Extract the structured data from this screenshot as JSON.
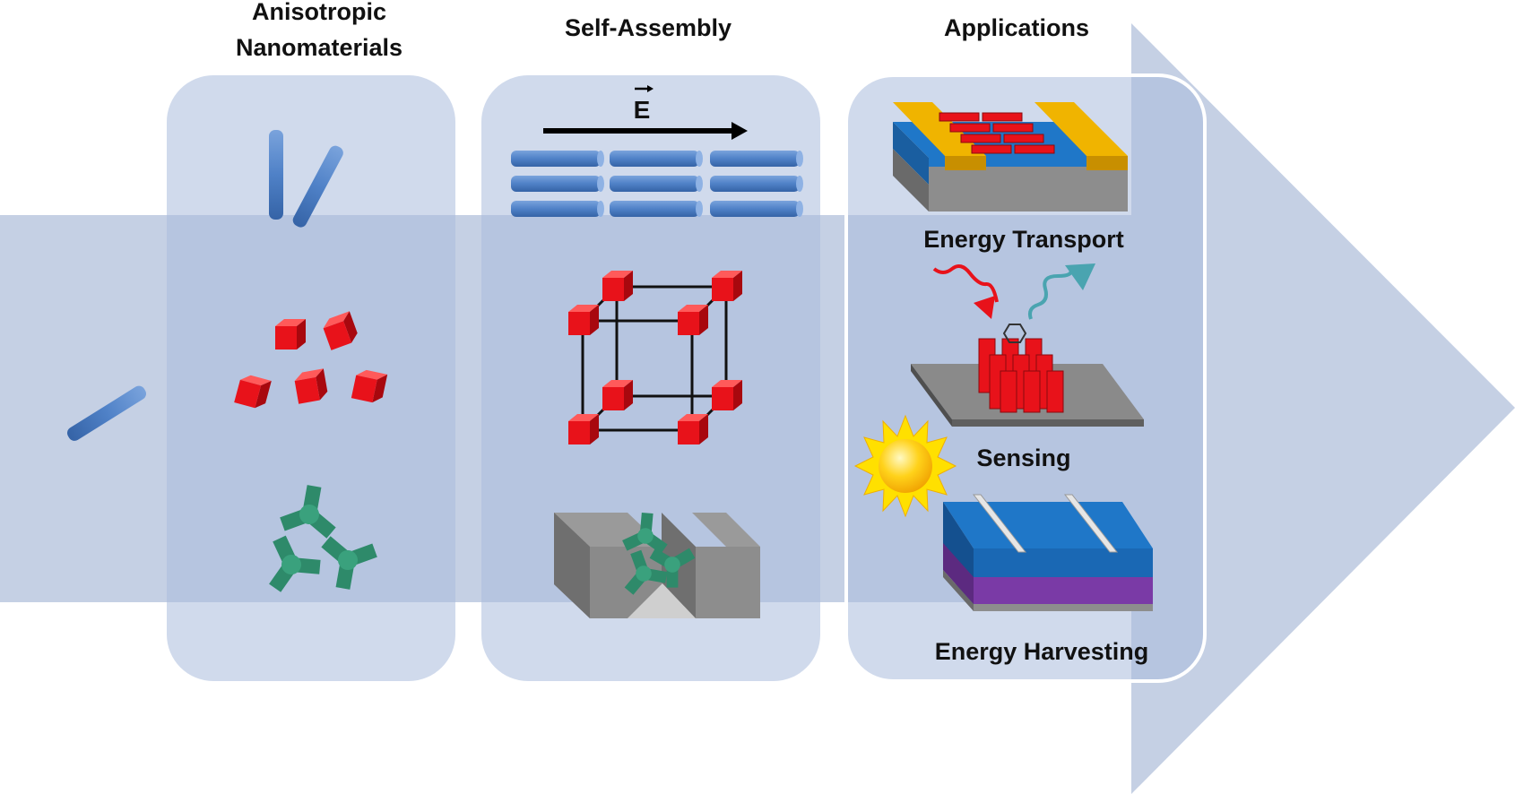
{
  "columns": [
    {
      "title_lines": [
        "Anisotropic",
        "Nanomaterials"
      ]
    },
    {
      "title_lines": [
        "Self-Assembly"
      ]
    },
    {
      "title_lines": [
        "Applications"
      ]
    }
  ],
  "field_label": "E",
  "applications": [
    {
      "label": "Energy Transport"
    },
    {
      "label": "Sensing"
    },
    {
      "label": "Energy Harvesting"
    }
  ],
  "colors": {
    "arrow": "#c5d0e4",
    "panel": "#a9bcdd",
    "rod": "#4f81c7",
    "cube": "#e8121a",
    "tripod": "#2e8a6a",
    "gold": "#f0b400",
    "blue_layer": "#1f77c8",
    "purple_layer": "#7a3aa6",
    "substrate": "#8d8d8d"
  },
  "icons": [
    "nanorod-icon",
    "nanocube-icon",
    "tripod-icon",
    "sun-icon",
    "wavy-arrow-icon"
  ]
}
